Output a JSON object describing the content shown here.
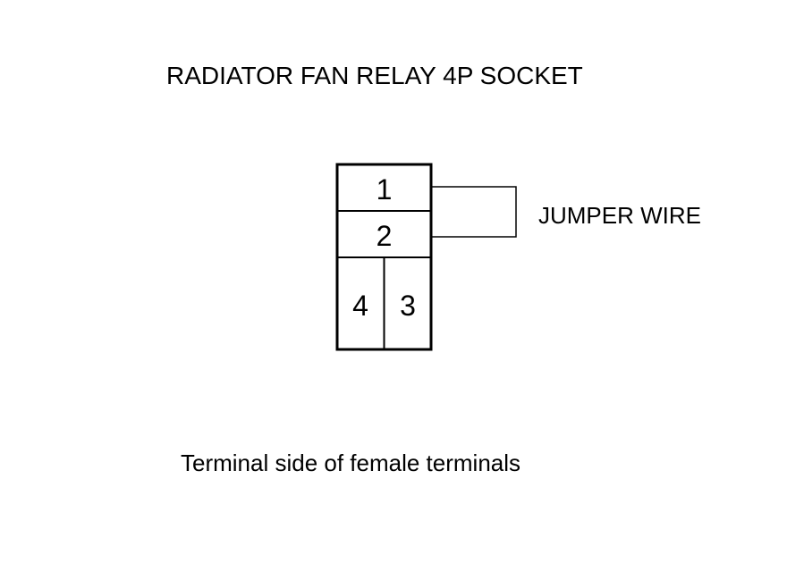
{
  "diagram": {
    "title": "RADIATOR FAN RELAY 4P SOCKET",
    "pins": {
      "pin1": "1",
      "pin2": "2",
      "pin3": "3",
      "pin4": "4"
    },
    "jumper_label": "JUMPER WIRE",
    "caption": "Terminal side of female terminals",
    "colors": {
      "ink": "#000000",
      "background": "#ffffff"
    }
  }
}
